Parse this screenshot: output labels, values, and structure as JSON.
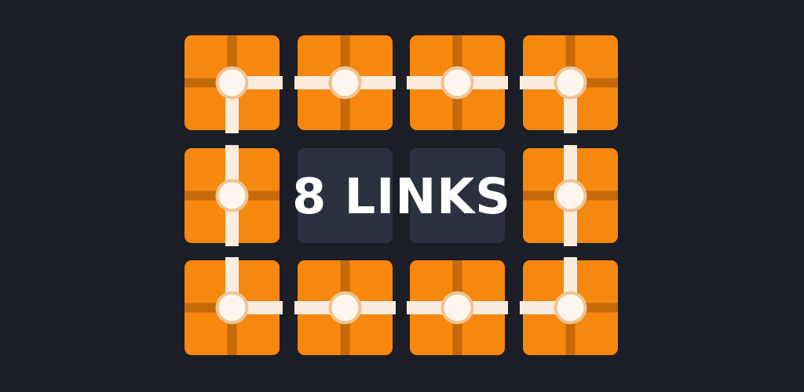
{
  "title": "8 LINKS",
  "colors": {
    "background": "#1b1e26",
    "tile": "#f6870f",
    "tile_line": "#c46a0b",
    "empty_tile": "#2b3140",
    "link": "#fbecdd",
    "node": "#fdf6ee",
    "node_ring": "#efc493"
  },
  "grid": {
    "rows": 3,
    "cols": 4
  },
  "tiles": [
    {
      "row": 0,
      "col": 0,
      "links": [
        "right",
        "down"
      ]
    },
    {
      "row": 0,
      "col": 1,
      "links": [
        "left",
        "right"
      ]
    },
    {
      "row": 0,
      "col": 2,
      "links": [
        "left",
        "right"
      ]
    },
    {
      "row": 0,
      "col": 3,
      "links": [
        "left",
        "down"
      ]
    },
    {
      "row": 1,
      "col": 0,
      "links": [
        "up",
        "down"
      ]
    },
    {
      "row": 1,
      "col": 1,
      "empty": true
    },
    {
      "row": 1,
      "col": 2,
      "empty": true
    },
    {
      "row": 1,
      "col": 3,
      "links": [
        "up",
        "down"
      ]
    },
    {
      "row": 2,
      "col": 0,
      "links": [
        "up",
        "right"
      ]
    },
    {
      "row": 2,
      "col": 1,
      "links": [
        "left",
        "right"
      ]
    },
    {
      "row": 2,
      "col": 2,
      "links": [
        "left",
        "right"
      ]
    },
    {
      "row": 2,
      "col": 3,
      "links": [
        "left",
        "up"
      ]
    }
  ]
}
